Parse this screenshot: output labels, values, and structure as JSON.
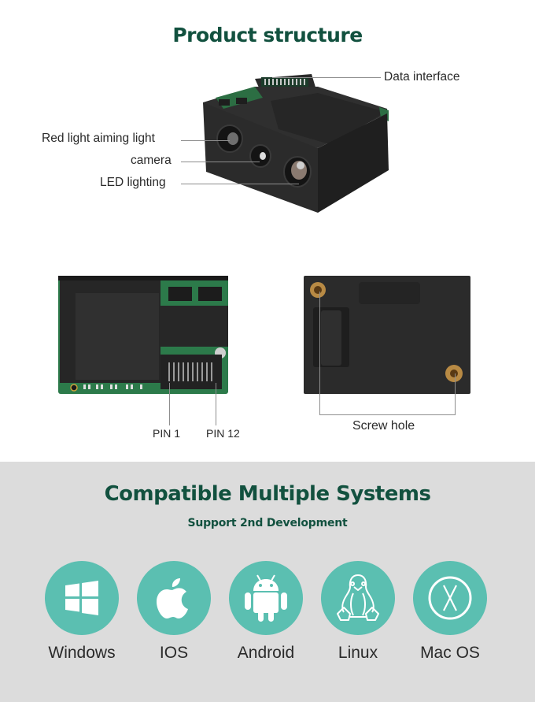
{
  "structure": {
    "title": "Product structure",
    "labels": {
      "data_interface": "Data interface",
      "red_light": "Red light aiming light",
      "camera": "camera",
      "led": "LED lighting"
    },
    "pcb_view": {
      "pin_first": "PIN 1",
      "pin_last": "PIN 12"
    },
    "back_view": {
      "screw_hole": "Screw hole"
    }
  },
  "systems": {
    "title": "Compatible Multiple Systems",
    "subtitle": "Support 2nd Development",
    "accent_color": "#5bbfb1",
    "heading_color": "#12513f",
    "items": [
      {
        "label": "Windows",
        "icon": "windows-icon"
      },
      {
        "label": "IOS",
        "icon": "apple-icon"
      },
      {
        "label": "Android",
        "icon": "android-icon"
      },
      {
        "label": "Linux",
        "icon": "linux-tux-icon"
      },
      {
        "label": "Mac OS",
        "icon": "macos-x-icon"
      }
    ]
  }
}
